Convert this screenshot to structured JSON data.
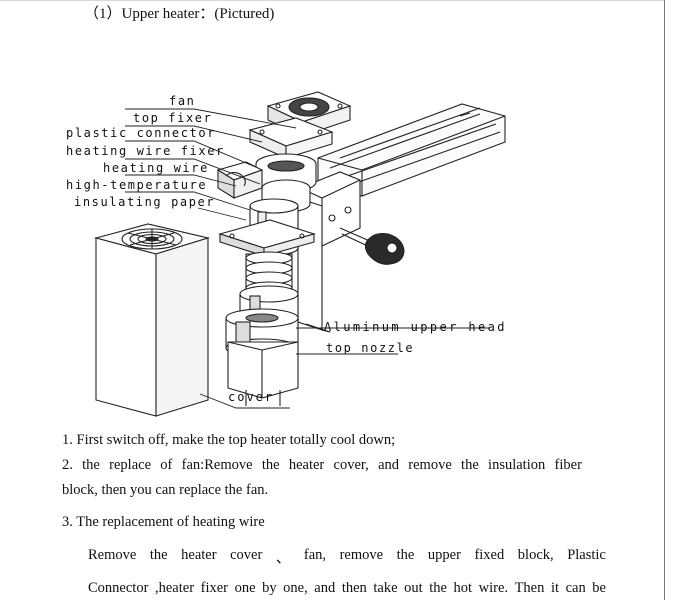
{
  "heading": "（1）Upper heater：(Pictured)",
  "diagram": {
    "labels": {
      "fan": "fan",
      "top_fixer": "top fixer",
      "plastic_connector": "plastic connector",
      "heating_wire_fixer": "heating wire fixer",
      "heating_wire": "heating wire",
      "high_temperature": "high-temperature",
      "insulating_paper": "insulating paper",
      "aluminum_upper_head": "Aluminum upper head",
      "top_nozzle": "top nozzle",
      "cover": "cover"
    }
  },
  "steps": {
    "s1": "1.  First switch off, make the top heater totally cool down;",
    "s2_line1_words": [
      "2.",
      "the",
      "replace",
      "of",
      "fan:Remove",
      "the",
      "heater",
      "cover,",
      "and",
      "remove",
      "the",
      "insulation",
      "fiber"
    ],
    "s2_line2": "block, then you can replace the fan.",
    "s3_title": "3. The replacement of heating wire",
    "s3_line1_words": [
      "Remove",
      "the",
      "heater",
      "cover",
      "、",
      "fan,",
      "remove",
      "the",
      "upper",
      "fixed",
      "block,",
      "Plastic"
    ],
    "s3_line2_words": [
      "Connector",
      ",heater",
      "fixer",
      "one",
      "by",
      "one,",
      "and",
      "then",
      "take",
      "out",
      "the",
      "hot",
      "wire.",
      "Then",
      "it",
      "can",
      "be"
    ]
  }
}
